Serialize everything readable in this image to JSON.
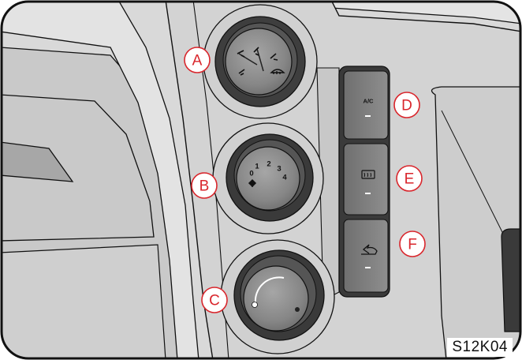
{
  "figure_code": "S12K04",
  "callouts": [
    {
      "id": "A",
      "label": "A",
      "target": "air-distribution-knob"
    },
    {
      "id": "B",
      "label": "B",
      "target": "fan-speed-knob"
    },
    {
      "id": "C",
      "label": "C",
      "target": "temperature-knob"
    },
    {
      "id": "D",
      "label": "D",
      "target": "ac-button"
    },
    {
      "id": "E",
      "label": "E",
      "target": "rear-defrost-button"
    },
    {
      "id": "F",
      "label": "F",
      "target": "recirculation-button"
    }
  ],
  "fan_knob": {
    "labels": [
      "0",
      "1",
      "2",
      "3",
      "4"
    ]
  },
  "buttons": {
    "ac_label": "A/C"
  },
  "icons": {
    "air_distribution": [
      "face-vent-icon",
      "face-feet-vent-icon",
      "feet-vent-icon",
      "feet-windscreen-vent-icon",
      "windscreen-defrost-icon"
    ],
    "fan_off": "fan-icon",
    "rear_defrost": "rear-window-defrost-icon",
    "recirculation": "recirculation-icon"
  },
  "colors": {
    "callout": "#d9262c",
    "line": "#111111",
    "panel_light": "#d6d6d6",
    "panel_mid": "#c4c4c4",
    "knob_dark": "#3a3a3a",
    "knob_face": "#8a8a8a"
  }
}
